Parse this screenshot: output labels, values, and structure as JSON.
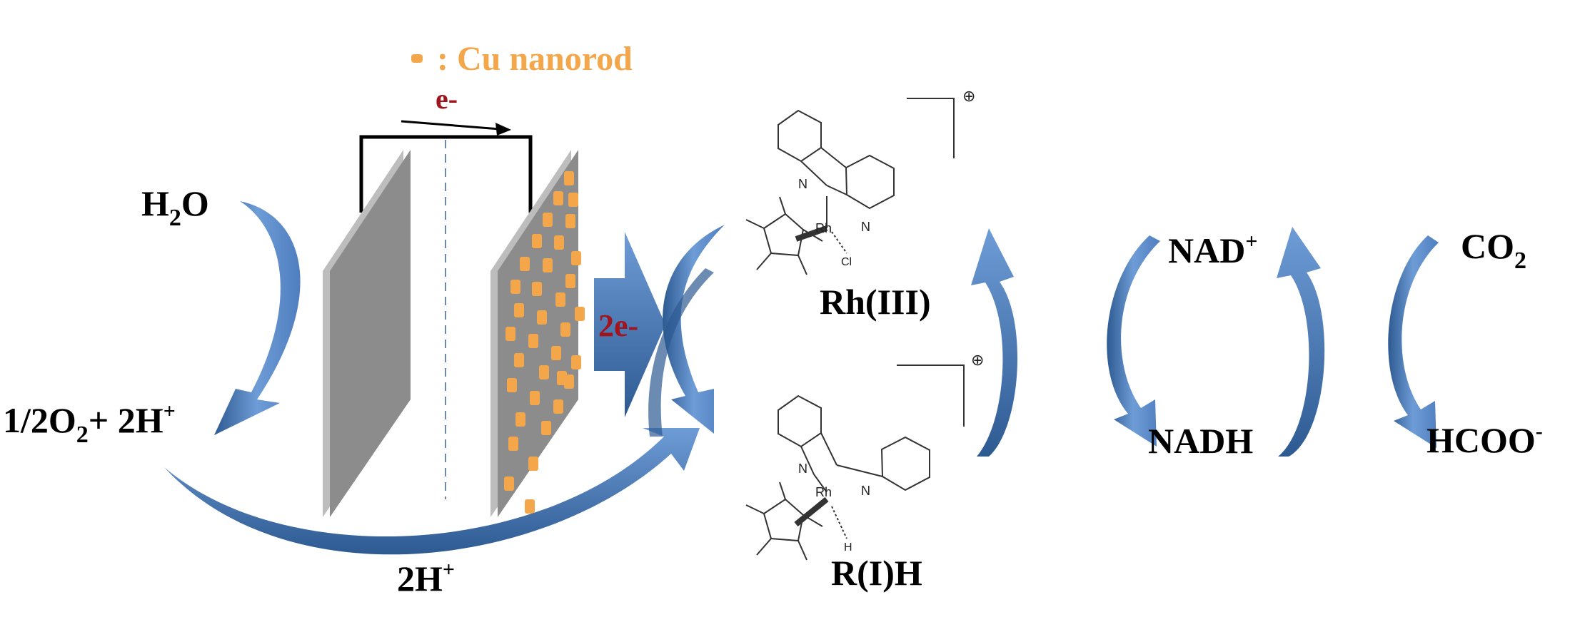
{
  "legend": {
    "symbol_color": "#F4A64A",
    "text": ": Cu nanorod"
  },
  "electron_flow": {
    "label": "e-",
    "label_color": "#A0141E"
  },
  "photocathode_transfer": {
    "label": "2e-",
    "label_color": "#A0141E"
  },
  "water_oxidation": {
    "reactant": {
      "main": "H",
      "sub": "2",
      "tail": "O"
    },
    "product": {
      "a": "1/2O",
      "b": "2",
      "c": "+ 2H",
      "d": "+"
    }
  },
  "proton_transfer": {
    "main": "2H",
    "sup": "+"
  },
  "rh_complex_oxidized": {
    "name": "Rh(III)",
    "metal": "Rh",
    "ligand": "Cl",
    "n1": "N",
    "n2": "N",
    "charge": "⊕"
  },
  "rh_complex_reduced": {
    "name": "R(I)H",
    "metal": "Rh",
    "ligand": "H",
    "n1": "N",
    "n2": "N",
    "charge": "⊕"
  },
  "cofactor": {
    "oxidized_main": "NAD",
    "oxidized_sup": "+",
    "reduced": "NADH"
  },
  "co2_reduction": {
    "reactant_main": "CO",
    "reactant_sub": "2",
    "product_main": "HCOO",
    "product_sup": "-"
  },
  "colors": {
    "arrow": "#4F7EBF",
    "arrow_dark": "#2E5A92",
    "plate": "#8C8C8C",
    "plate_edge": "#BDBDBD",
    "wire": "#000000"
  }
}
